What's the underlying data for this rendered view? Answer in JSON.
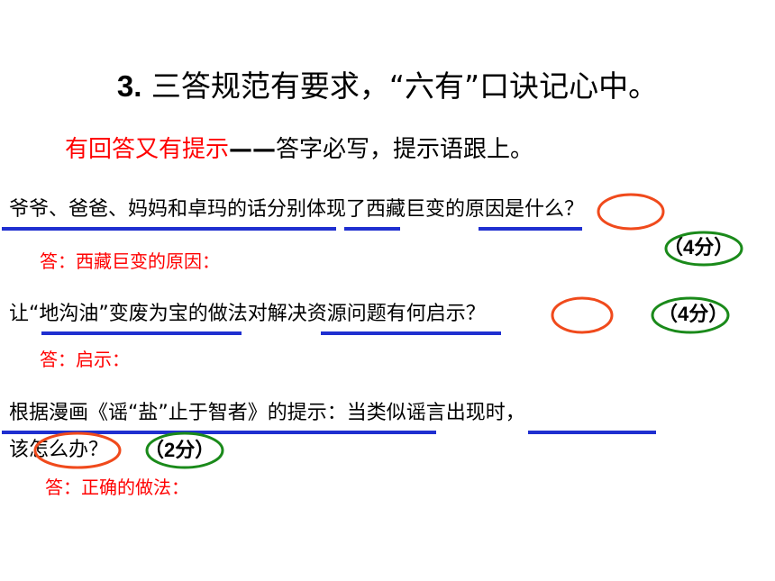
{
  "title": {
    "number": "3.",
    "text": "三答规范有要求，“六有”口诀记心中。"
  },
  "subtitle": {
    "red_part": "有回答又有提示",
    "dash": "——",
    "black_part": "答字必写，提示语跟上。"
  },
  "questions": [
    {
      "text": "爷爷、爸爸、妈妈和卓玛的话分别体现了西藏巨变的原因是什么？",
      "score": "（4分）",
      "answer": "答：西藏巨变的原因："
    },
    {
      "text": "让“地沟油”变废为宝的做法对解决资源问题有何启示？",
      "score": "（4分）",
      "answer": "答：启示："
    },
    {
      "text_line1": "根据漫画《谣“盐”止于智者》的提示：当类似谣言出现时，",
      "text_line2": "该怎么办？",
      "score": "（2分）",
      "answer": "答：正确的做法："
    }
  ],
  "colors": {
    "accent_red": "#ff0000",
    "underline_blue": "#1f2fd0",
    "circle_orange": "#f04a1c",
    "circle_green": "#1a8a1a"
  }
}
